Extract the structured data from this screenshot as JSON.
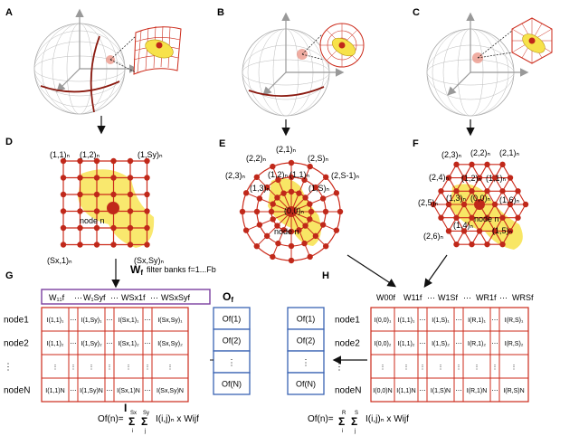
{
  "panels": {
    "A": "A",
    "B": "B",
    "C": "C",
    "D": "D",
    "E": "E",
    "F": "F",
    "G": "G",
    "H": "H"
  },
  "colors": {
    "grid": "#cc2a1a",
    "node": "#c0281a",
    "blob": "#f7e24a",
    "table": "#cc2a1a",
    "box_blue": "#3a63b3",
    "box_purple": "#7b3fa0",
    "sphere": "#999999"
  },
  "panel_d": {
    "labels": [
      "(1,1)ₙ",
      "(1,2)ₙ",
      "(1,Sy)ₙ",
      "(Sx,1)ₙ",
      "(Sx,Sy)ₙ"
    ],
    "node": "node n"
  },
  "panel_e": {
    "labels": [
      "(2,1)ₙ",
      "(2,2)ₙ",
      "(2,S)ₙ",
      "(2,S-1)ₙ",
      "(2,3)ₙ",
      "(1,2)ₙ",
      "(1,1)ₙ",
      "(1,3)ₙ",
      "(1,S)ₙ",
      "(0,0)ₙ"
    ],
    "node": "node n"
  },
  "panel_f": {
    "labels": [
      "(2,3)ₙ",
      "(2,2)ₙ",
      "(2,1)ₙ",
      "(2,4)ₙ",
      "(1,2)ₙ",
      "(1,1)ₙ",
      "(2,5)ₙ",
      "(1,3)ₙ",
      "(0,0)ₙ",
      "(1,6)ₙ",
      "(1,4)ₙ",
      "(1,5)ₙ",
      "(2,6)ₙ"
    ],
    "node": "node n"
  },
  "panel_g": {
    "W_label": "W",
    "W_sub": "f",
    "filter_text": "filter banks f=1...Fb",
    "headers": [
      "W₁₁f",
      "W₁Syf",
      "WSx1f",
      "WSxSyf"
    ],
    "dots": "⋯",
    "rows": [
      "node1",
      "node2",
      "⋮",
      "nodeN"
    ],
    "cells": [
      [
        "I(1,1)₁",
        "⋯",
        "I(1,Sy)₁",
        "⋯",
        "I(Sx,1)₁",
        "⋯",
        "I(Sx,Sy)₁"
      ],
      [
        "I(1,1)₂",
        "⋯",
        "I(1,Sy)₂",
        "⋯",
        "I(Sx,1)₂",
        "⋯",
        "I(Sx,Sy)₂"
      ],
      [
        "⋮",
        "⋮",
        "⋮",
        "⋮",
        "⋮",
        "⋮",
        "⋮"
      ],
      [
        "I(1,1)N",
        "⋯",
        "I(1,Sy)N",
        "⋯",
        "I(Sx,1)N",
        "⋯",
        "I(Sx,Sy)N"
      ]
    ],
    "matrix_label": "I",
    "O_title": "O",
    "O_sub": "f",
    "O_cells": [
      "Of(1)",
      "Of(2)",
      "⋮",
      "Of(N)"
    ],
    "eq_lhs": "Of(n)=",
    "eq_sum1_top": "Sx",
    "eq_sum1_bot": "i",
    "eq_sum2_top": "Sy",
    "eq_sum2_bot": "j",
    "eq_rhs": "I(i,j)ₙ x Wijf"
  },
  "panel_h": {
    "headers": [
      "W00f",
      "W11f",
      "W1Sf",
      "WR1f",
      "WRSf"
    ],
    "dots": "⋯",
    "rows": [
      "node1",
      "node2",
      "⋮",
      "nodeN"
    ],
    "cells": [
      [
        "I(0,0)₁",
        "I(1,1)₁",
        "⋯",
        "I(1,S)₁",
        "⋯",
        "I(R,1)₁",
        "⋯",
        "I(R,S)₁"
      ],
      [
        "I(0,0)₂",
        "I(1,1)₂",
        "⋯",
        "I(1,S)₂",
        "⋯",
        "I(R,1)₂",
        "⋯",
        "I(R,S)₂"
      ],
      [
        "⋮",
        "⋮",
        "⋮",
        "⋮",
        "⋮",
        "⋮",
        "⋮",
        "⋮"
      ],
      [
        "I(0,0)N",
        "I(1,1)N",
        "⋯",
        "I(1,S)N",
        "⋯",
        "I(R,1)N",
        "⋯",
        "I(R,S)N"
      ]
    ],
    "O_cells": [
      "Of(1)",
      "Of(2)",
      "⋮",
      "Of(N)"
    ],
    "eq_lhs": "Of(n)=",
    "eq_sum1_top": "R",
    "eq_sum1_bot": "i",
    "eq_sum2_top": "S",
    "eq_sum2_bot": "j",
    "eq_rhs": "I(i,j)ₙ x Wijf"
  }
}
